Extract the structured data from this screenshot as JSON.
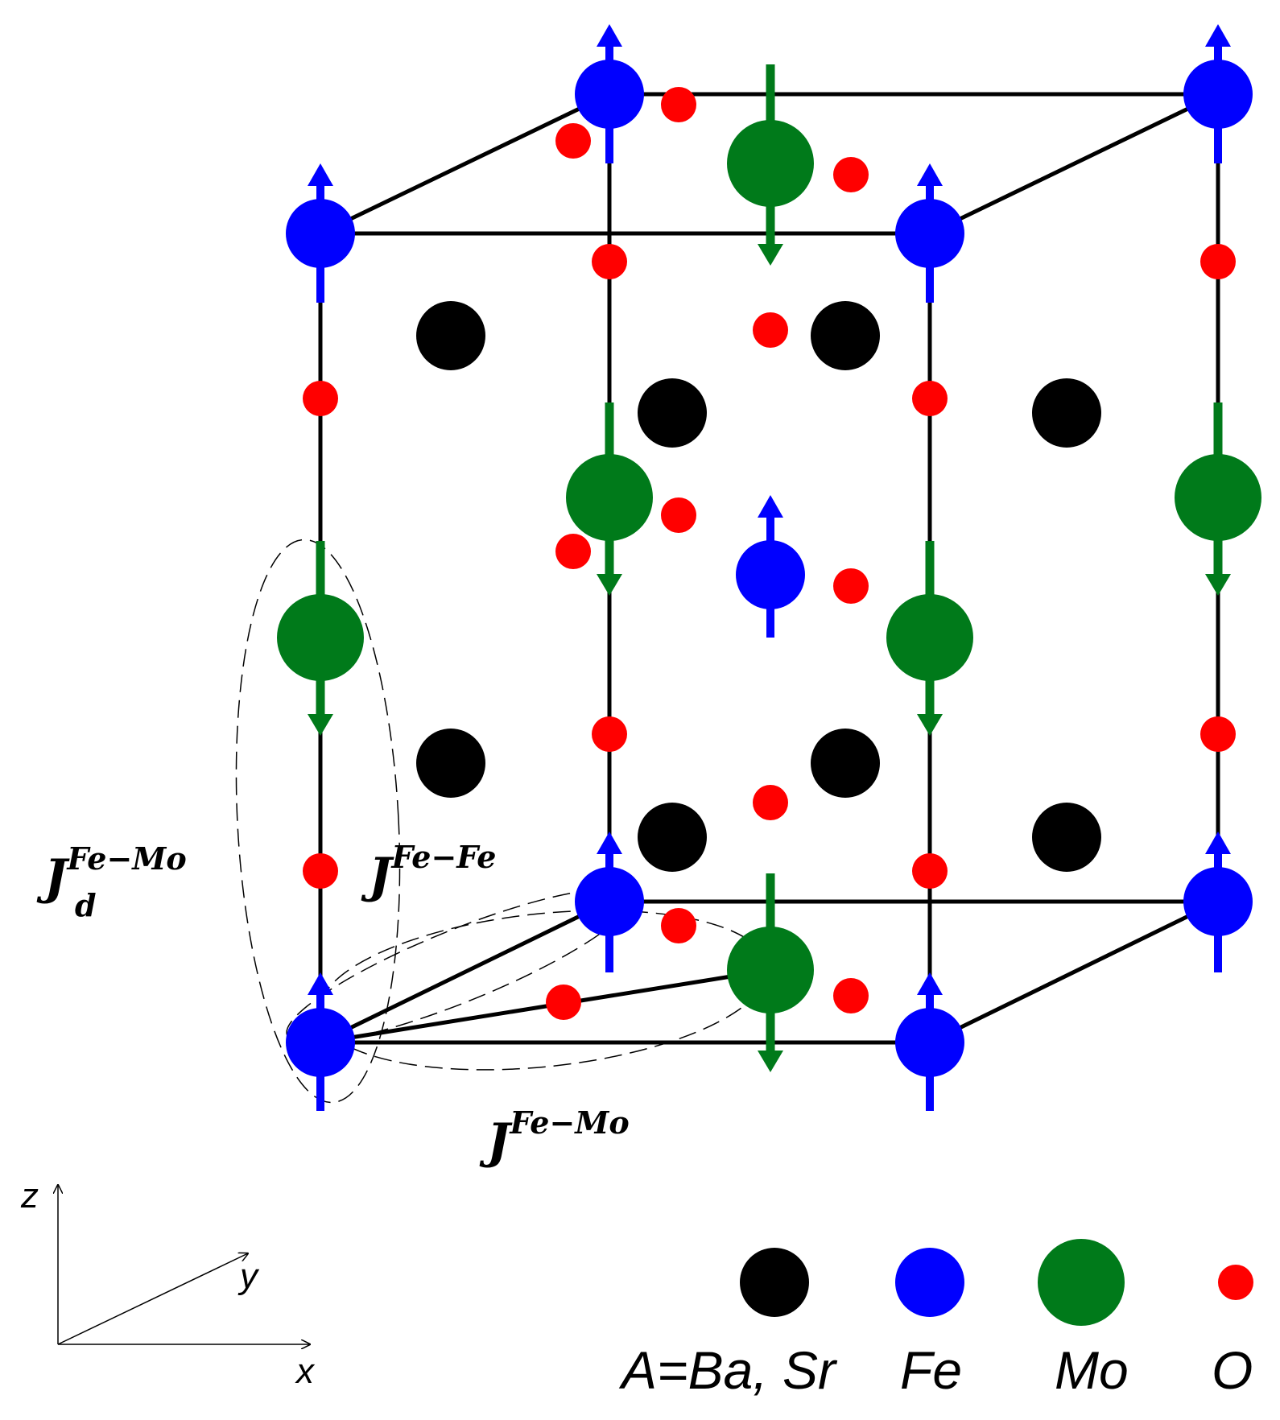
{
  "colors": {
    "A": "#000000",
    "Fe": "#0000ff",
    "Mo": "#007a1a",
    "O": "#ff0000",
    "bond": "#000000"
  },
  "spins": {
    "Fe": "up",
    "Mo": "down"
  },
  "labels": {
    "j_fe_mo_main": "J",
    "j_fe_mo_main_sup": "Fe−Mo",
    "j_fe_fe_main": "J",
    "j_fe_fe_sup": "Fe−Fe",
    "j_d_main": "J",
    "j_d_sup": "Fe−Mo",
    "j_d_sub": "d"
  },
  "axes": {
    "x": "x",
    "y": "y",
    "z": "z"
  },
  "legend": [
    {
      "species": "A",
      "label": "A=Ba, Sr",
      "color": "#000000"
    },
    {
      "species": "Fe",
      "label": "Fe",
      "color": "#0000ff"
    },
    {
      "species": "Mo",
      "label": "Mo",
      "color": "#007a1a"
    },
    {
      "species": "O",
      "label": "O",
      "color": "#ff0000"
    }
  ]
}
